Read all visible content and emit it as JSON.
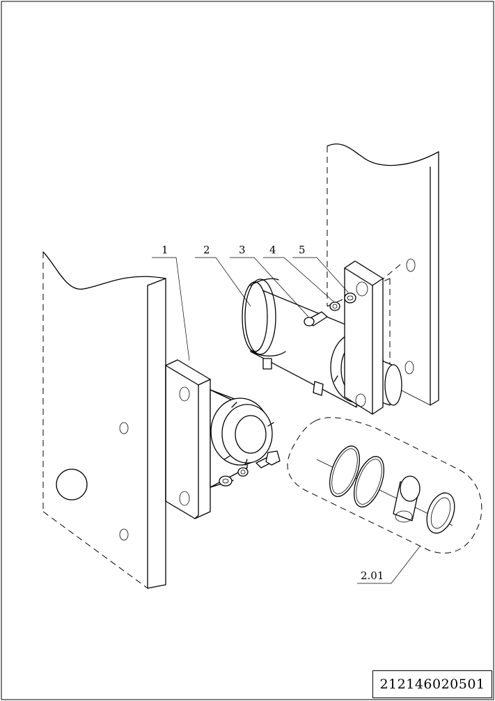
{
  "callouts": {
    "item_1": "1",
    "item_2": "2",
    "item_3": "3",
    "item_4": "4",
    "item_5": "5",
    "item_2_01": "2.01"
  },
  "drawing_number": "212146020501",
  "colors": {
    "line": "#000000",
    "paper": "#ffffff"
  }
}
